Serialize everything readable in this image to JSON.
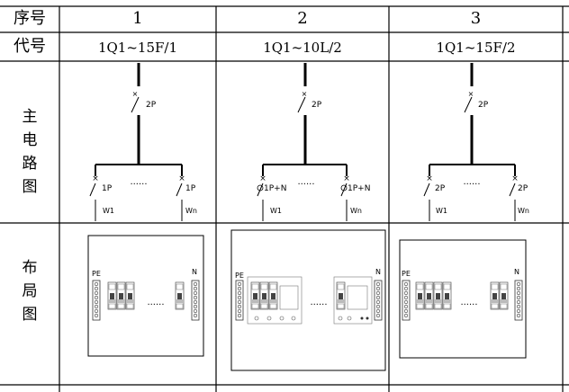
{
  "header": {
    "col_label": "序号",
    "nums": [
      "1",
      "2",
      "3"
    ]
  },
  "code_row": {
    "label": "代号",
    "codes": [
      "1Q1~15F/1",
      "1Q1~10L/2",
      "1Q1~15F/2"
    ]
  },
  "main_circuit_label": [
    "主",
    "电",
    "路",
    "图"
  ],
  "layout_label": [
    "布",
    "局",
    "图"
  ],
  "circuits": [
    {
      "main_pole": "2P",
      "branch_label": "1P",
      "left_out": "W1",
      "right_out": "Wn",
      "dots": "······"
    },
    {
      "main_pole": "2P",
      "branch_label": "1P+N",
      "left_out": "W1",
      "right_out": "Wn",
      "dots": "······"
    },
    {
      "main_pole": "2P",
      "branch_label": "2P",
      "left_out": "W1",
      "right_out": "Wn",
      "dots": "······"
    }
  ],
  "layouts": [
    {
      "pe": "PE",
      "n": "N",
      "dots": "······"
    },
    {
      "pe": "PE",
      "n": "N",
      "dots": "······"
    },
    {
      "pe": "PE",
      "n": "N",
      "dots": "······"
    }
  ]
}
